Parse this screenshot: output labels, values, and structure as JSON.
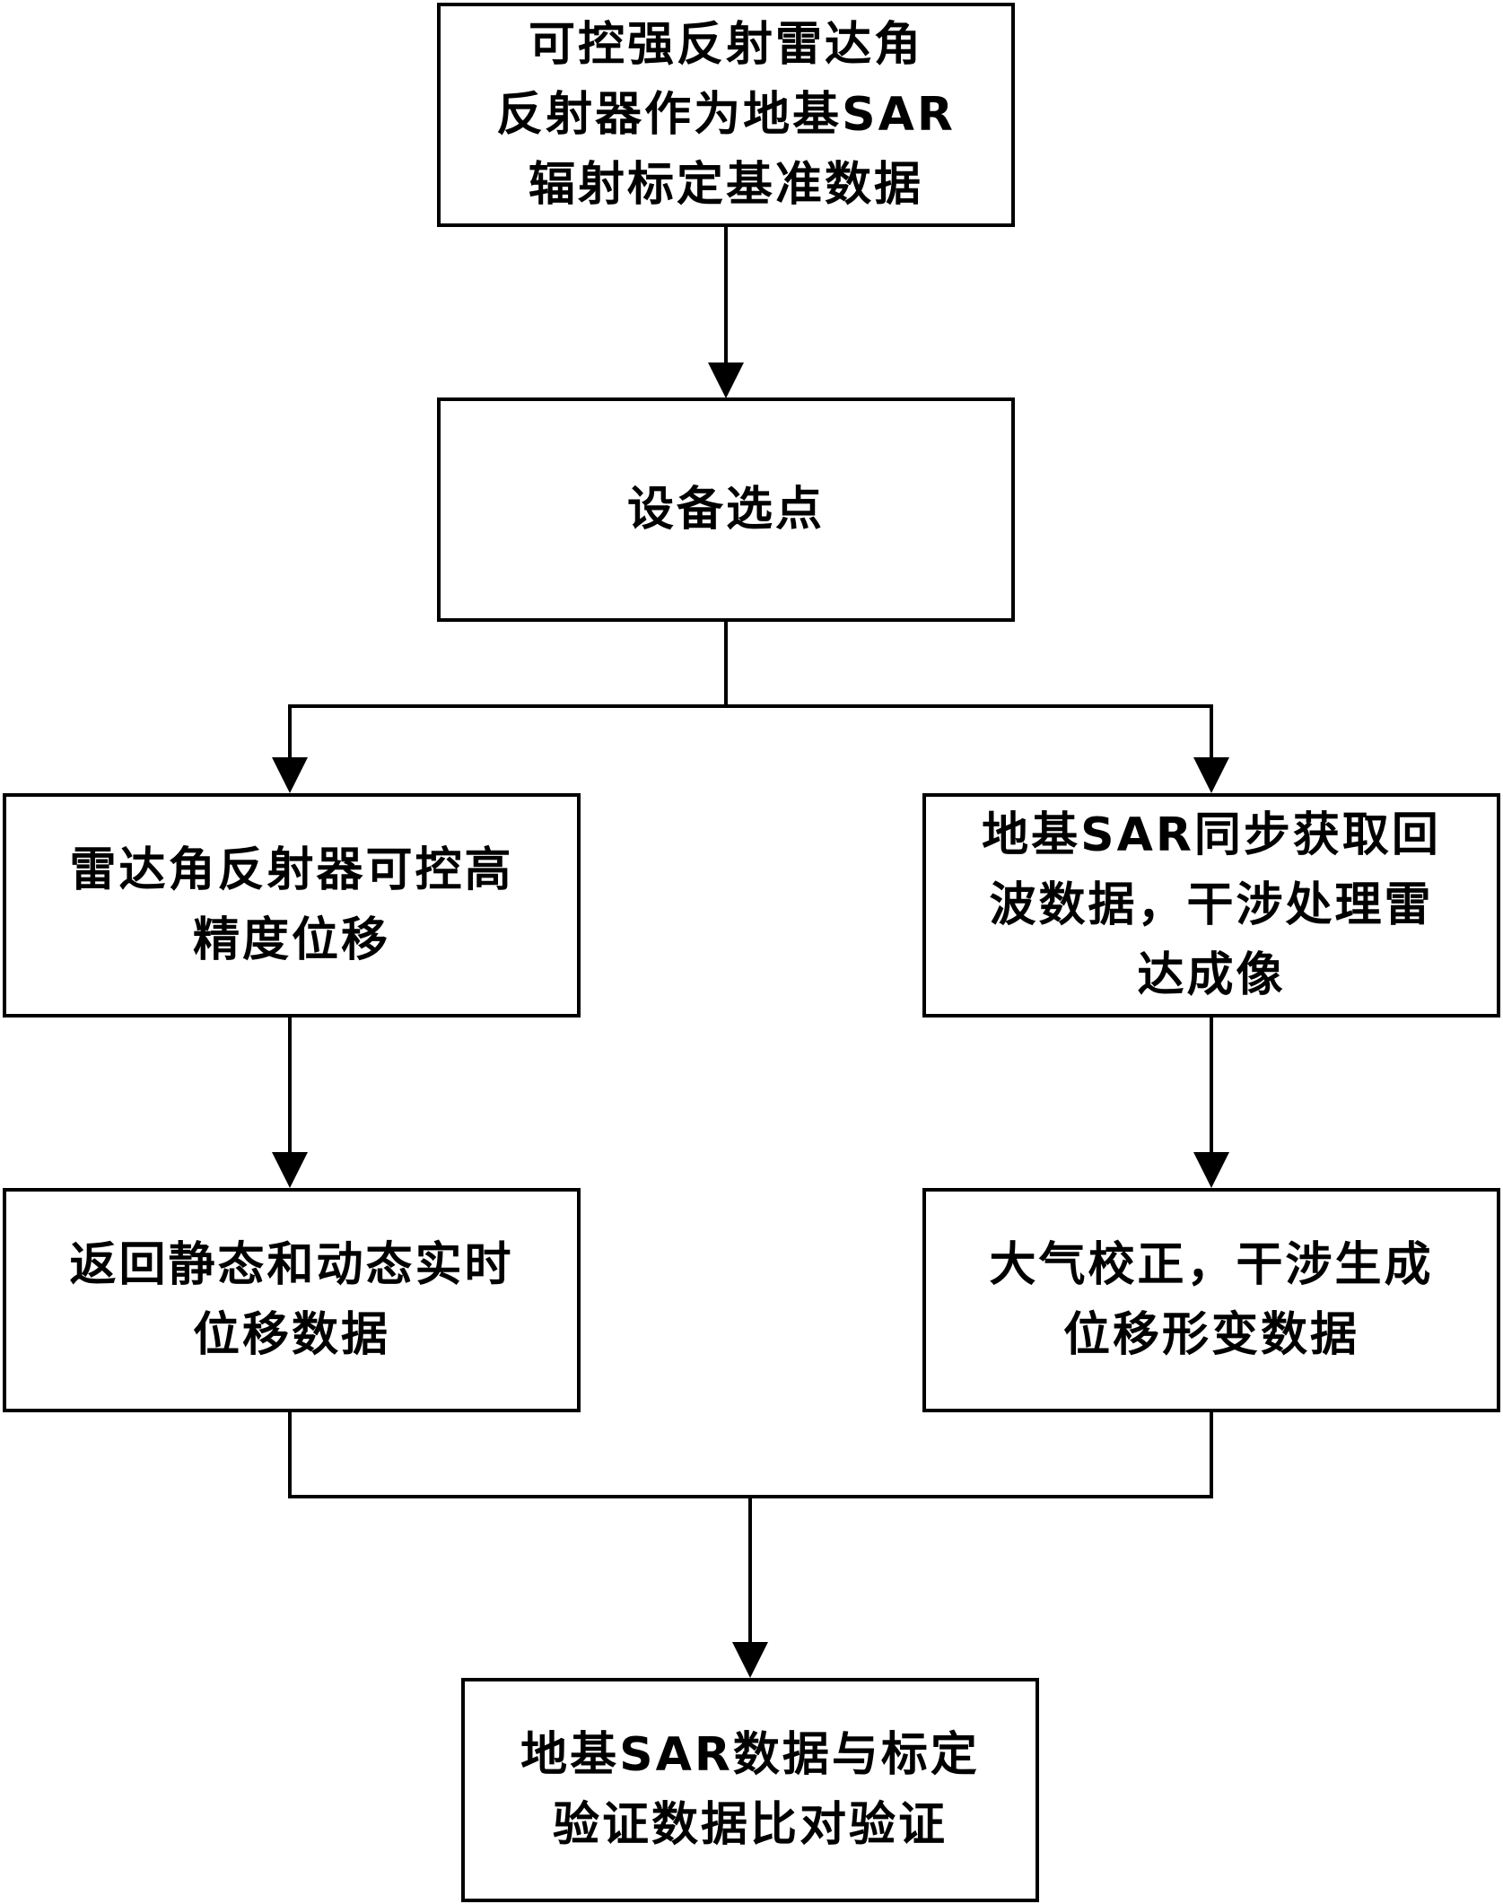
{
  "nodes": {
    "calibration_reference": {
      "lines": [
        "可控强反射雷达角",
        "反射器作为地基SAR",
        "辐射标定基准数据"
      ]
    },
    "site_selection": {
      "lines": [
        "设备选点"
      ]
    },
    "corner_reflector_displacement": {
      "lines": [
        "雷达角反射器可控高",
        "精度位移"
      ]
    },
    "sar_echo_acquisition": {
      "lines": [
        "地基SAR同步获取回",
        "波数据，干涉处理雷",
        "达成像"
      ]
    },
    "static_dynamic_return": {
      "lines": [
        "返回静态和动态实时",
        "位移数据"
      ]
    },
    "atmospheric_correction": {
      "lines": [
        "大气校正，干涉生成",
        "位移形变数据"
      ]
    },
    "final_comparison": {
      "lines": [
        "地基SAR数据与标定",
        "验证数据比对验证"
      ]
    }
  },
  "edges": [
    {
      "from": "calibration_reference",
      "to": "site_selection"
    },
    {
      "from": "site_selection",
      "to": "corner_reflector_displacement"
    },
    {
      "from": "site_selection",
      "to": "sar_echo_acquisition"
    },
    {
      "from": "corner_reflector_displacement",
      "to": "static_dynamic_return"
    },
    {
      "from": "sar_echo_acquisition",
      "to": "atmospheric_correction"
    },
    {
      "from": "static_dynamic_return",
      "to": "final_comparison"
    },
    {
      "from": "atmospheric_correction",
      "to": "final_comparison"
    }
  ]
}
